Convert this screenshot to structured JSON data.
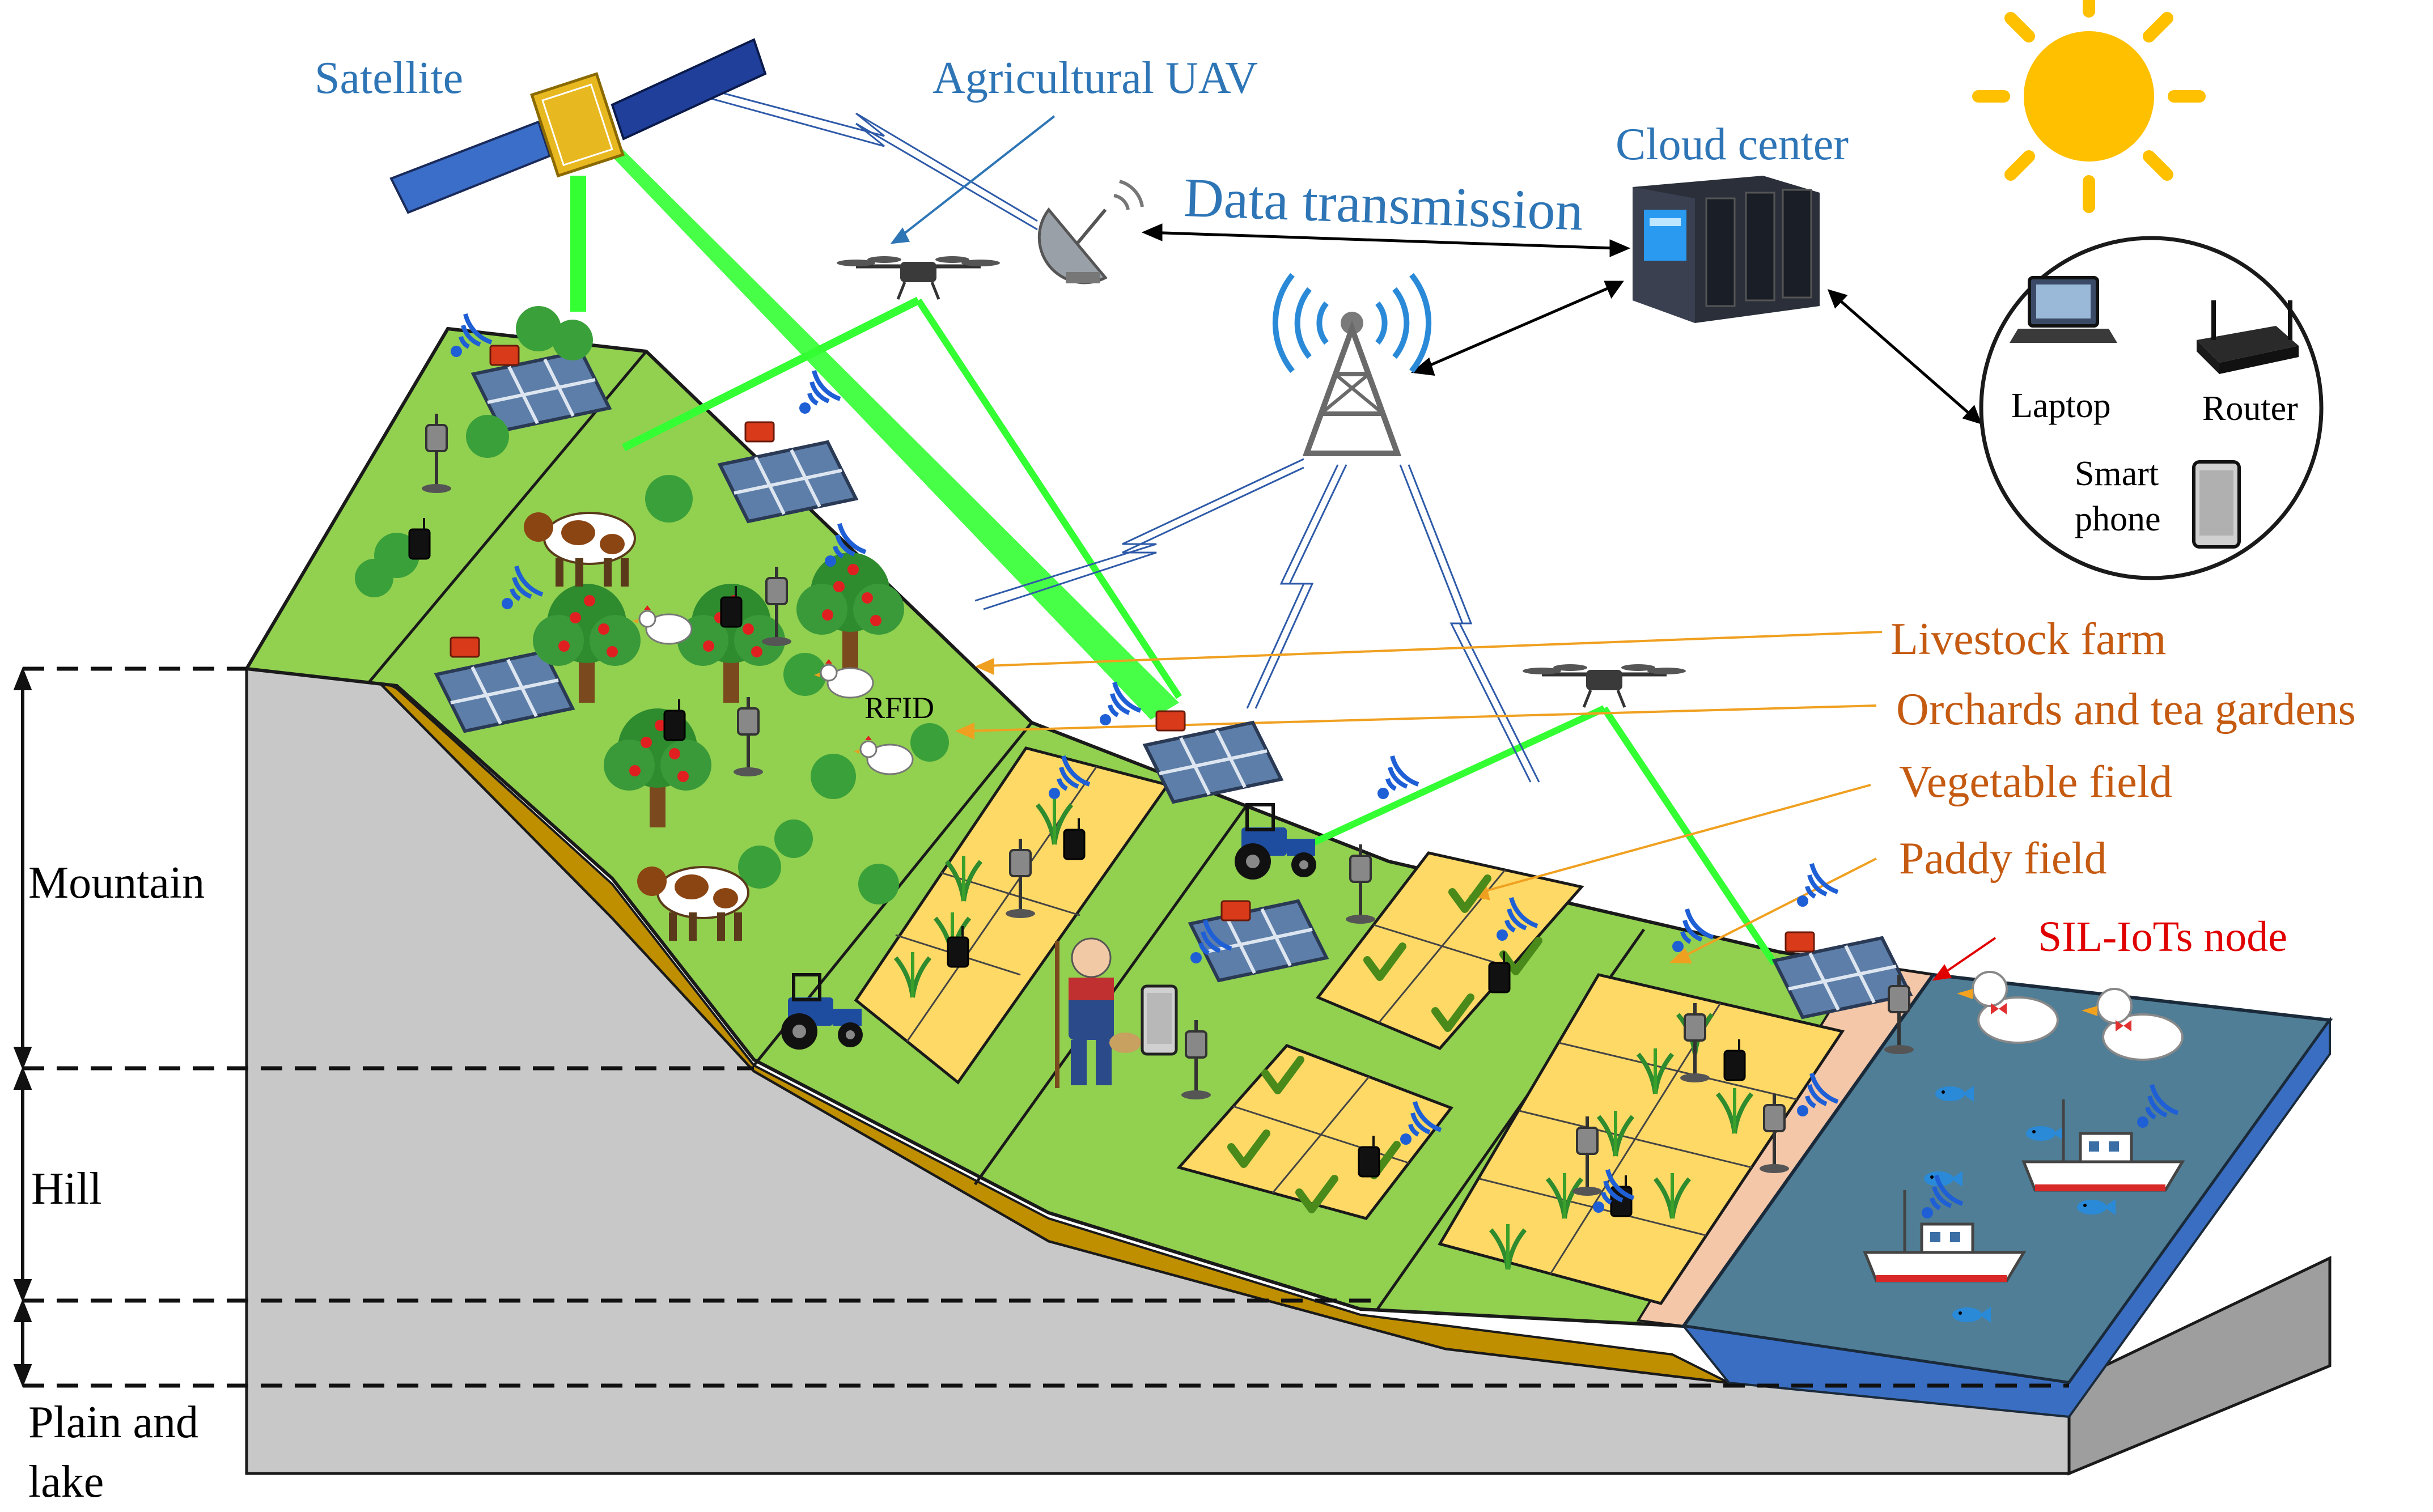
{
  "labels": {
    "satellite": "Satellite",
    "uav": "Agricultural UAV",
    "cloud": "Cloud center",
    "data_transmission": "Data transmission",
    "laptop": "Laptop",
    "router": "Router",
    "smartphone_line1": "Smart",
    "smartphone_line2": "phone",
    "livestock": "Livestock farm",
    "orchards": "Orchards and tea gardens",
    "vegetable": "Vegetable field",
    "paddy": "Paddy field",
    "sil_node": "SIL-IoTs node",
    "rfid": "RFID",
    "mountain": "Mountain",
    "hill": "Hill",
    "plain_line1": "Plain and",
    "plain_line2": "lake"
  },
  "colors": {
    "label_blue": "#2e75b6",
    "label_orange": "#c55a11",
    "label_red": "#e00000",
    "grass": "#92d050",
    "field": "#ffd966",
    "soil": "#bf8f00",
    "rock": "#c8c8c8",
    "water": "#4f7e96",
    "laser_green": "#33ff33"
  },
  "icons": [
    "satellite-icon",
    "uav-icon",
    "dish-antenna-icon",
    "cell-tower-icon",
    "server-icon",
    "sun-icon",
    "laptop-icon",
    "router-icon",
    "smartphone-icon",
    "solar-panel-icon",
    "cow-icon",
    "tree-icon",
    "tractor-icon",
    "farmer-icon",
    "duck-icon",
    "boat-icon",
    "fish-icon",
    "wifi-icon"
  ]
}
